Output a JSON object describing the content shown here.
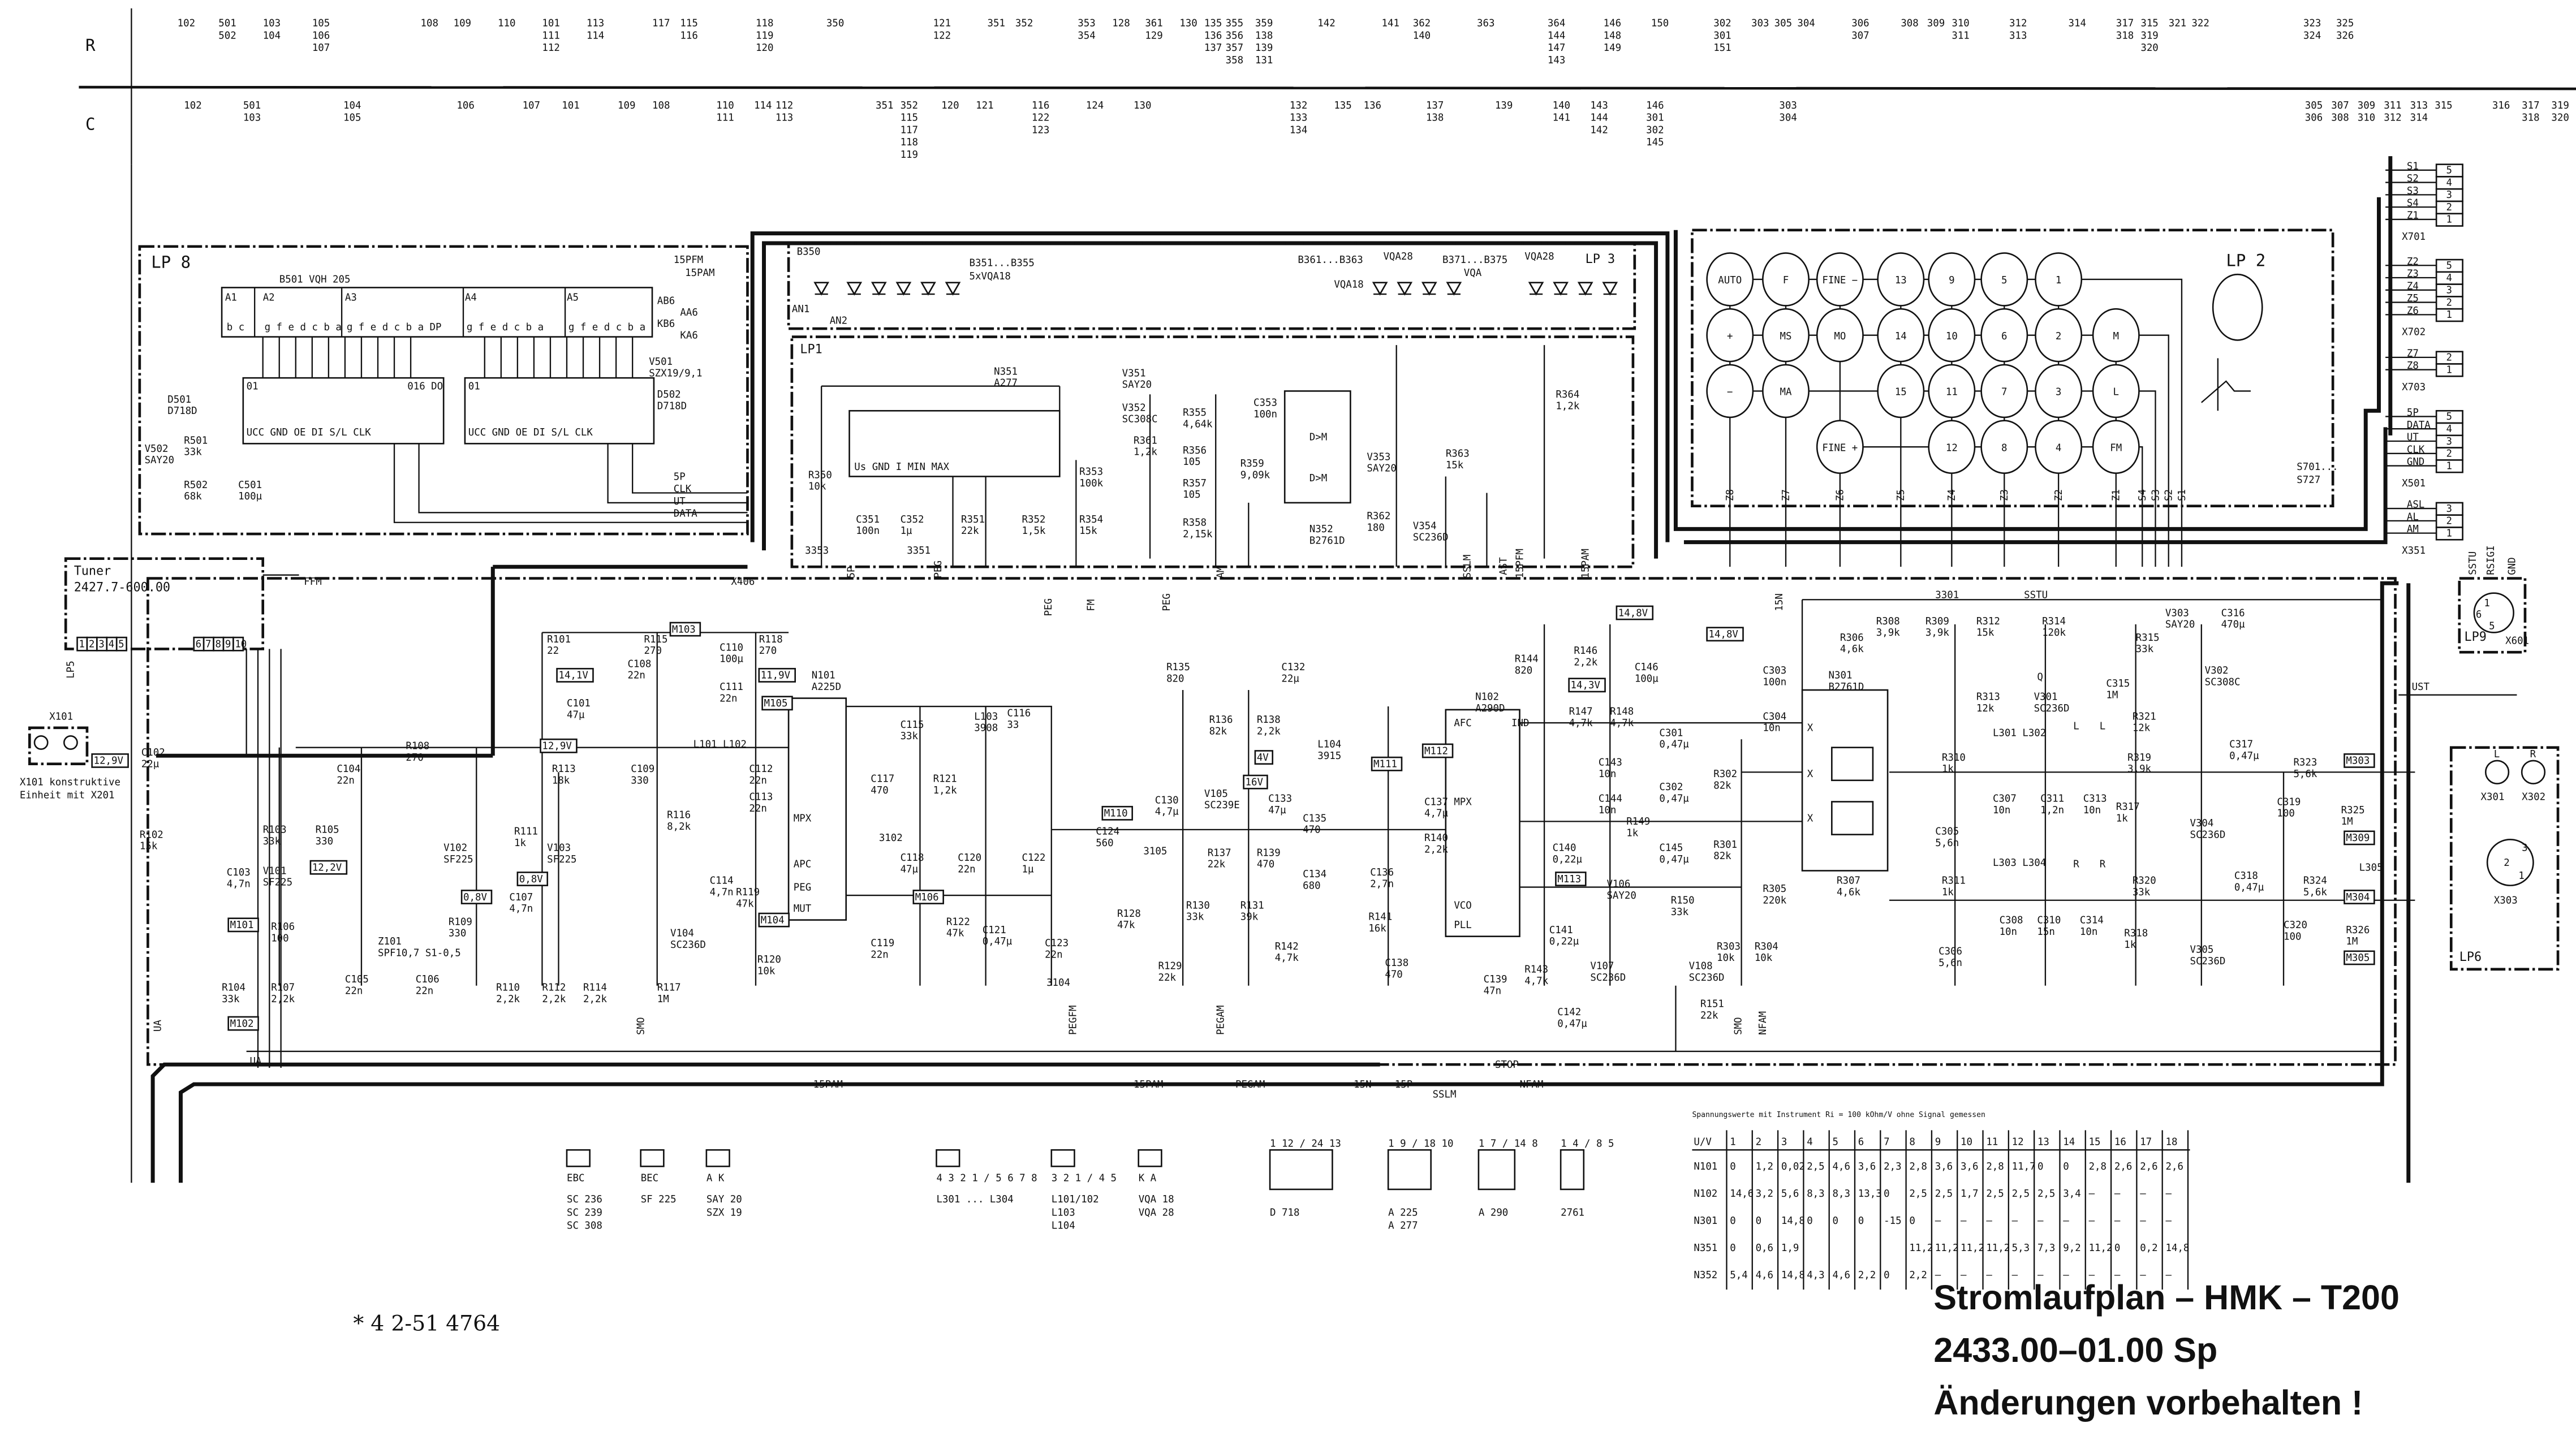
{
  "header": {
    "row_r_label": "R",
    "row_c_label": "C",
    "r_refs": [
      [
        "102"
      ],
      [
        "501",
        "502"
      ],
      [
        "103",
        "104"
      ],
      [
        "105",
        "106",
        "107"
      ],
      [
        "108"
      ],
      [
        "109"
      ],
      [
        "110"
      ],
      [
        "101",
        "111",
        "112"
      ],
      [
        "113",
        "114"
      ],
      [
        "117"
      ],
      [
        "115",
        "116"
      ],
      [
        "118",
        "119",
        "120"
      ],
      [
        "350"
      ],
      [
        "121",
        "122"
      ],
      [
        "351"
      ],
      [
        "352"
      ],
      [
        "353",
        "354"
      ],
      [
        "128"
      ],
      [
        "361",
        "129"
      ],
      [
        "130"
      ],
      [
        "135",
        "136",
        "137"
      ],
      [
        "355",
        "356",
        "357",
        "358"
      ],
      [
        "359",
        "138",
        "139",
        "131"
      ],
      [
        "142"
      ],
      [
        "141"
      ],
      [
        "362",
        "140"
      ],
      [
        "363"
      ],
      [
        "364",
        "144",
        "147",
        "143"
      ],
      [
        "146",
        "148",
        "149"
      ],
      [
        "150"
      ],
      [
        "302",
        "301",
        "151"
      ],
      [
        "303"
      ],
      [
        "305"
      ],
      [
        "304"
      ],
      [
        "306",
        "307"
      ],
      [
        "308"
      ],
      [
        "309"
      ],
      [
        "310",
        "311"
      ],
      [
        "312",
        "313"
      ],
      [
        "314"
      ],
      [
        "317",
        "318"
      ],
      [
        "315",
        "319",
        "320"
      ],
      [
        "321"
      ],
      [
        "322"
      ],
      [
        "323",
        "324"
      ],
      [
        "325",
        "326"
      ]
    ],
    "c_refs": [
      [
        "102"
      ],
      [
        "501",
        "103"
      ],
      [
        "104",
        "105"
      ],
      [
        "106"
      ],
      [
        "107"
      ],
      [
        "101"
      ],
      [
        "109"
      ],
      [
        "108"
      ],
      [
        "110",
        "111"
      ],
      [
        "114"
      ],
      [
        "112",
        "113"
      ],
      [
        "351"
      ],
      [
        "352",
        "115",
        "117",
        "118",
        "119"
      ],
      [
        "120"
      ],
      [
        "121"
      ],
      [
        "116",
        "122",
        "123"
      ],
      [
        "124"
      ],
      [
        "130"
      ],
      [
        "132",
        "133",
        "134"
      ],
      [
        "135"
      ],
      [
        "136"
      ],
      [
        "137",
        "138"
      ],
      [
        "139"
      ],
      [
        "140",
        "141"
      ],
      [
        "143",
        "144",
        "142"
      ],
      [
        "146",
        "301",
        "302",
        "145"
      ],
      [
        "303",
        "304"
      ],
      [
        "305",
        "306"
      ],
      [
        "307",
        "308"
      ],
      [
        "309",
        "310"
      ],
      [
        "311",
        "312"
      ],
      [
        "313",
        "314"
      ],
      [
        "315"
      ],
      [
        "316"
      ],
      [
        "317",
        "318"
      ],
      [
        "319",
        "320"
      ]
    ]
  },
  "boards": {
    "lp8": "LP 8",
    "lp1": "LP1",
    "lp3": "LP 3",
    "lp2": "LP 2",
    "lp9": "LP9",
    "lp6": "LP6",
    "lp5": "LP5"
  },
  "tuner": {
    "title": "Tuner",
    "part": "2427.7-600.00",
    "ffm": "FFM",
    "pins": [
      "1",
      "2",
      "3",
      "4",
      "5",
      "6",
      "7",
      "8",
      "9",
      "10"
    ],
    "x101": "X101",
    "x101_note_1": "X101 konstruktive",
    "x101_note_2": "Einheit mit X201"
  },
  "lp8": {
    "display": "B501  VQH 205",
    "digits": [
      "A1",
      "A2",
      "A3",
      "A4",
      "A5",
      "AB6",
      "AA6",
      "KB6",
      "KA6"
    ],
    "segments": [
      "b c",
      "g f e d c b a",
      "g f e d c b a   DP",
      "g f e d c b a",
      "g f e d c b a"
    ],
    "ic_top": [
      "01",
      "016 DO",
      "01"
    ],
    "ic_pins": "UCC GND        OE  DI  S/L  CLK",
    "signals": [
      "15PFM",
      "15PAM",
      "5P",
      "CLK",
      "UT",
      "DATA"
    ]
  },
  "lp1": {
    "leds_1": "B350",
    "leds_2": "B351...B355",
    "leds_2_type": "5xVQA18",
    "leds_3": "B361...B363",
    "leds_3_type": "VQA28",
    "leds_4": "B371...B375",
    "leds_4_type": "VQA28",
    "vqa18": "VQA18",
    "vqa": "VQA",
    "an1": "AN1",
    "an2": "AN2",
    "n351_pins": "Us  GND     I       MIN  MAX",
    "n352_blocks": [
      "D>M",
      "D>M"
    ]
  },
  "keypad": {
    "keys": [
      "AUTO",
      "F",
      "FINE −",
      "13",
      "9",
      "5",
      "1",
      "+",
      "MS",
      "MO",
      "14",
      "10",
      "6",
      "2",
      "M",
      "−",
      "MA",
      "15",
      "11",
      "7",
      "3",
      "L",
      "FINE +",
      "12",
      "8",
      "4",
      "FM"
    ],
    "lines": [
      "Z8",
      "Z7",
      "Z6",
      "Z5",
      "Z4",
      "Z3",
      "Z2",
      "Z1",
      "S4",
      "S3",
      "S2",
      "S1"
    ],
    "switch_ref_1": "S701...",
    "switch_ref_2": "S727"
  },
  "components": [
    [
      "D501",
      "D718D"
    ],
    [
      "D502",
      "D718D"
    ],
    [
      "V501",
      "SZX19/9,1"
    ],
    [
      "V502",
      "SAY20"
    ],
    [
      "R501",
      "33k"
    ],
    [
      "R502",
      "68k"
    ],
    [
      "C501",
      "100µ"
    ],
    [
      "R350",
      "10k"
    ],
    [
      "N351",
      "A277"
    ],
    [
      "C351",
      "100n"
    ],
    [
      "C352",
      "1µ"
    ],
    [
      "R351",
      "22k"
    ],
    [
      "R352",
      "1,5k"
    ],
    [
      "R353",
      "100k"
    ],
    [
      "R354",
      "15k"
    ],
    [
      "V351",
      "SAY20"
    ],
    [
      "V352",
      "SC308C"
    ],
    [
      "R361",
      "1,2k"
    ],
    [
      "R355",
      "4,64k"
    ],
    [
      "C353",
      "100n"
    ],
    [
      "R356",
      "105"
    ],
    [
      "R357",
      "105"
    ],
    [
      "R358",
      "2,15k"
    ],
    [
      "R359",
      "9,09k"
    ],
    [
      "N352",
      "B2761D"
    ],
    [
      "V353",
      "SAY20"
    ],
    [
      "R363",
      "15k"
    ],
    [
      "V354",
      "SC236D"
    ],
    [
      "R362",
      "180"
    ],
    [
      "R364",
      "1,2k"
    ],
    [
      "R101",
      "22"
    ],
    [
      "C101",
      "47µ"
    ],
    [
      "R115",
      "270"
    ],
    [
      "R118",
      "270"
    ],
    [
      "C110",
      "100µ"
    ],
    [
      "C111",
      "22n"
    ],
    [
      "C108",
      "22n"
    ],
    [
      "R108",
      "270"
    ],
    [
      "C104",
      "22n"
    ],
    [
      "C102",
      "22µ"
    ],
    [
      "R102",
      "15k"
    ],
    [
      "R103",
      "33k"
    ],
    [
      "R105",
      "330"
    ],
    [
      "V101",
      "SF225"
    ],
    [
      "C103",
      "4,7n"
    ],
    [
      "R106",
      "100"
    ],
    [
      "Z101",
      "SPF10,7 S1-0,5"
    ],
    [
      "C105",
      "22n"
    ],
    [
      "R104",
      "33k"
    ],
    [
      "R107",
      "2,2k"
    ],
    [
      "V102",
      "SF225"
    ],
    [
      "R109",
      "330"
    ],
    [
      "C106",
      "22n"
    ],
    [
      "R110",
      "2,2k"
    ],
    [
      "R111",
      "1k"
    ],
    [
      "V103",
      "SF225"
    ],
    [
      "C107",
      "4,7n"
    ],
    [
      "R112",
      "2,2k"
    ],
    [
      "R114",
      "2,2k"
    ],
    [
      "R113",
      "18k"
    ],
    [
      "C109",
      "330"
    ],
    [
      "R116",
      "8,2k"
    ],
    [
      "L101 L102",
      ""
    ],
    [
      "C112",
      "22n"
    ],
    [
      "C113",
      "22n"
    ],
    [
      "R119",
      "47k"
    ],
    [
      "C114",
      "4,7n"
    ],
    [
      "R120",
      "10k"
    ],
    [
      "V104",
      "SC236D"
    ],
    [
      "R117",
      "1M"
    ],
    [
      "N101",
      "A225D"
    ],
    [
      "C115",
      "33k"
    ],
    [
      "L103",
      "3908"
    ],
    [
      "C116",
      "33"
    ],
    [
      "C117",
      "470"
    ],
    [
      "R121",
      "1,2k"
    ],
    [
      "C118",
      "47µ"
    ],
    [
      "C120",
      "22n"
    ],
    [
      "C122",
      "1µ"
    ],
    [
      "R122",
      "47k"
    ],
    [
      "C121",
      "0,47µ"
    ],
    [
      "C119",
      "22n"
    ],
    [
      "C123",
      "22n"
    ],
    [
      "C124",
      "560"
    ],
    [
      "C130",
      "4,7µ"
    ],
    [
      "R128",
      "47k"
    ],
    [
      "R129",
      "22k"
    ],
    [
      "R130",
      "33k"
    ],
    [
      "R131",
      "39k"
    ],
    [
      "R135",
      "820"
    ],
    [
      "R136",
      "82k"
    ],
    [
      "R138",
      "2,2k"
    ],
    [
      "C132",
      "22µ"
    ],
    [
      "V105",
      "SC239E"
    ],
    [
      "C133",
      "47µ"
    ],
    [
      "R137",
      "22k"
    ],
    [
      "R139",
      "470"
    ],
    [
      "C134",
      "680"
    ],
    [
      "C135",
      "470"
    ],
    [
      "L104",
      "3915"
    ],
    [
      "C136",
      "2,7n"
    ],
    [
      "R141",
      "16k"
    ],
    [
      "R142",
      "4,7k"
    ],
    [
      "C138",
      "470"
    ],
    [
      "C137",
      "4,7µ"
    ],
    [
      "R140",
      "2,2k"
    ],
    [
      "N102",
      "A290D"
    ],
    [
      "R144",
      "820"
    ],
    [
      "R146",
      "2,2k"
    ],
    [
      "C146",
      "100µ"
    ],
    [
      "R147",
      "4,7k"
    ],
    [
      "R148",
      "4,7k"
    ],
    [
      "C143",
      "10n"
    ],
    [
      "C144",
      "10n"
    ],
    [
      "C301",
      "0,47µ"
    ],
    [
      "C302",
      "0,47µ"
    ],
    [
      "R149",
      "1k"
    ],
    [
      "C140",
      "0,22µ"
    ],
    [
      "V106",
      "SAY20"
    ],
    [
      "C145",
      "0,47µ"
    ],
    [
      "C141",
      "0,22µ"
    ],
    [
      "R150",
      "33k"
    ],
    [
      "R143",
      "4,7k"
    ],
    [
      "C139",
      "47n"
    ],
    [
      "C142",
      "0,47µ"
    ],
    [
      "V107",
      "SC236D"
    ],
    [
      "V108",
      "SC236D"
    ],
    [
      "R151",
      "22k"
    ],
    [
      "R302",
      "82k"
    ],
    [
      "R301",
      "82k"
    ],
    [
      "R305",
      "220k"
    ],
    [
      "R303",
      "10k"
    ],
    [
      "R304",
      "10k"
    ],
    [
      "C303",
      "100n"
    ],
    [
      "C304",
      "10n"
    ],
    [
      "N301",
      "B2761D"
    ],
    [
      "R306",
      "4,6k"
    ],
    [
      "R308",
      "3,9k"
    ],
    [
      "R309",
      "3,9k"
    ],
    [
      "R312",
      "15k"
    ],
    [
      "R314",
      "120k"
    ],
    [
      "V303",
      "SAY20"
    ],
    [
      "C316",
      "470µ"
    ],
    [
      "R315",
      "33k"
    ],
    [
      "V302",
      "SC308C"
    ],
    [
      "C315",
      "1M"
    ],
    [
      "R313",
      "12k"
    ],
    [
      "V301",
      "SC236D"
    ],
    [
      "R321",
      "12k"
    ],
    [
      "R310",
      "1k"
    ],
    [
      "L301 L302",
      ""
    ],
    [
      "R319",
      "3,9k"
    ],
    [
      "C317",
      "0,47µ"
    ],
    [
      "R323",
      "5,6k"
    ],
    [
      "C319",
      "100"
    ],
    [
      "R325",
      "1M"
    ],
    [
      "C305",
      "5,6n"
    ],
    [
      "C307",
      "10n"
    ],
    [
      "C311",
      "1,2n"
    ],
    [
      "C313",
      "10n"
    ],
    [
      "R317",
      "1k"
    ],
    [
      "V304",
      "SC236D"
    ],
    [
      "R307",
      "4,6k"
    ],
    [
      "R311",
      "1k"
    ],
    [
      "L303 L304",
      ""
    ],
    [
      "C308",
      "10n"
    ],
    [
      "C310",
      "15n"
    ],
    [
      "C314",
      "10n"
    ],
    [
      "C306",
      "5,6n"
    ],
    [
      "R320",
      "33k"
    ],
    [
      "R318",
      "1k"
    ],
    [
      "C318",
      "0,47µ"
    ],
    [
      "R324",
      "5,6k"
    ],
    [
      "C320",
      "100"
    ],
    [
      "R326",
      "1M"
    ],
    [
      "V305",
      "SC236D"
    ],
    [
      "L305",
      ""
    ]
  ],
  "markers": [
    "M101",
    "M102",
    "M103",
    "M104",
    "M105",
    "M106",
    "M110",
    "M111",
    "M112",
    "M113",
    "M303",
    "M304",
    "M305",
    "M309",
    "12,9V",
    "12,2V",
    "14,1V",
    "11,9V",
    "12,9V",
    "0,8V",
    "0,8V",
    "14,8V",
    "14,3V",
    "4V",
    "16V",
    "14,8V"
  ],
  "signals": [
    "UA",
    "UA",
    "15PAM",
    "15PAM",
    "PEGAM",
    "15N",
    "15P",
    "SSLM",
    "STOP",
    "NFAM",
    "PEGFM",
    "PEGAM",
    "SMO",
    "SMO",
    "NFAM",
    "PEG",
    "FM",
    "PEG",
    "AM",
    "15PFM",
    "AST",
    "SSLM",
    "15PAM",
    "15N",
    "5P",
    "PEG",
    "SSTU",
    "3301",
    "UST",
    "X406",
    "3353",
    "3351",
    "3102",
    "3105",
    "3104",
    "AFC",
    "MPX",
    "VCO",
    "PLL",
    "IND",
    "MUT",
    "PEG",
    "APC",
    "MPX",
    "X",
    "X",
    "X",
    "Q",
    "L",
    "R",
    "L",
    "R"
  ],
  "connectors": [
    {
      "name": "X701",
      "pins": [
        "S1",
        "S2",
        "S3",
        "S4",
        "Z1"
      ],
      "nums": [
        "5",
        "4",
        "3",
        "2",
        "1"
      ]
    },
    {
      "name": "X702",
      "pins": [
        "Z2",
        "Z3",
        "Z4",
        "Z5",
        "Z6"
      ],
      "nums": [
        "5",
        "4",
        "3",
        "2",
        "1"
      ]
    },
    {
      "name": "X703",
      "pins": [
        "Z7",
        "Z8"
      ],
      "nums": [
        "2",
        "1"
      ]
    },
    {
      "name": "X501",
      "pins": [
        "5P",
        "DATA",
        "UT",
        "CLK",
        "GND"
      ],
      "nums": [
        "5",
        "4",
        "3",
        "2",
        "1"
      ]
    },
    {
      "name": "X351",
      "pins": [
        "ASL",
        "AL",
        "AM"
      ],
      "nums": [
        "3",
        "2",
        "1"
      ]
    }
  ],
  "lp9": {
    "socket": "X601",
    "pins": [
      "SSTU",
      "RSIGI",
      "GND"
    ],
    "nums": [
      "1",
      "6",
      "5"
    ]
  },
  "lp6": {
    "left": "L",
    "right": "R",
    "x301": "X301",
    "x302": "X302",
    "x303": "X303",
    "nums": [
      "3",
      "2",
      "1"
    ]
  },
  "packages": [
    {
      "pins": "EBC",
      "types": [
        "SC 236",
        "SC 239",
        "SC 308"
      ]
    },
    {
      "pins": "BEC",
      "types": [
        "SF 225"
      ]
    },
    {
      "pins": "A    K",
      "types": [
        "SAY 20",
        "SZX 19"
      ]
    },
    {
      "pins": "4 3 2 1 / 5 6 7 8",
      "types": [
        "L301 ... L304"
      ]
    },
    {
      "pins": "3 2 1 / 4 5",
      "types": [
        "L101/102",
        "L103",
        "L104"
      ]
    },
    {
      "pins": "K    A",
      "types": [
        "VQA 18",
        "VQA 28"
      ]
    },
    {
      "pins": "1  12 / 24  13",
      "types": [
        "D 718"
      ]
    },
    {
      "pins": "1  9 / 18  10",
      "types": [
        "A 225",
        "A 277"
      ]
    },
    {
      "pins": "1  7 / 14  8",
      "types": [
        "A 290"
      ]
    },
    {
      "pins": "1  4 / 8  5",
      "types": [
        "2761"
      ]
    }
  ],
  "voltage_table": {
    "caption": "Spannungswerte mit Instrument Ri = 100 kOhm/V ohne Signal gemessen",
    "header": [
      "U/V",
      "1",
      "2",
      "3",
      "4",
      "5",
      "6",
      "7",
      "8",
      "9",
      "10",
      "11",
      "12",
      "13",
      "14",
      "15",
      "16",
      "17",
      "18"
    ],
    "rows": [
      [
        "N101",
        "0",
        "1,2",
        "0,02",
        "2,5",
        "4,6",
        "3,6",
        "2,3",
        "2,8",
        "3,6",
        "3,6",
        "2,8",
        "11,7",
        "0",
        "0",
        "2,8",
        "2,6",
        "2,6",
        "2,6"
      ],
      [
        "N102",
        "14,6",
        "3,2",
        "5,6",
        "8,3",
        "8,3",
        "13,3",
        "0",
        "2,5",
        "2,5",
        "1,7",
        "2,5",
        "2,5",
        "2,5",
        "3,4",
        "–",
        "–",
        "–",
        "–"
      ],
      [
        "N301",
        "0",
        "0",
        "14,8",
        "0",
        "0",
        "0",
        "-15",
        "0",
        "–",
        "–",
        "–",
        "–",
        "–",
        "–",
        "–",
        "–",
        "–",
        "–"
      ],
      [
        "N351",
        "0",
        "0,6",
        "1,9",
        "",
        "",
        "",
        "",
        "11,2",
        "11,2",
        "11,2",
        "11,2",
        "5,3",
        "7,3",
        "9,2",
        "11,2",
        "0",
        "0,2",
        "14,8"
      ],
      [
        "N352",
        "5,4",
        "4,6",
        "14,8",
        "4,3",
        "4,6",
        "2,2",
        "0",
        "2,2",
        "–",
        "–",
        "–",
        "–",
        "–",
        "–",
        "–",
        "–",
        "–",
        "–"
      ]
    ]
  },
  "title_block": {
    "line1": "Stromlaufplan – HMK – T200",
    "line2": "2433.00–01.00 Sp",
    "line3": "Änderungen vorbehalten !"
  },
  "stamp": "* 4 2-51 4764"
}
